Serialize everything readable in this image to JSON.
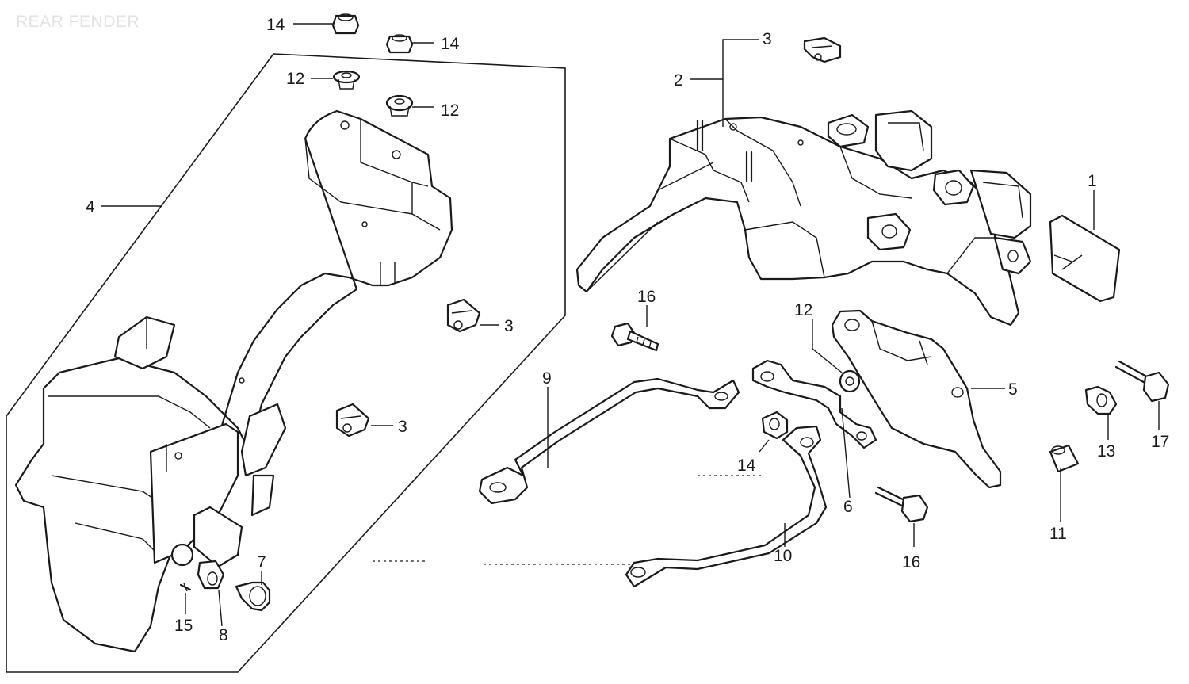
{
  "title": "REAR FENDER",
  "callouts": {
    "c1": "1",
    "c2": "2",
    "c3a": "3",
    "c3b": "3",
    "c3c": "3",
    "c4": "4",
    "c5": "5",
    "c6": "6",
    "c7": "7",
    "c8": "8",
    "c9": "9",
    "c10": "10",
    "c11": "11",
    "c12a": "12",
    "c12b": "12",
    "c12c": "12",
    "c13": "13",
    "c14a": "14",
    "c14b": "14",
    "c14c": "14",
    "c15": "15",
    "c16a": "16",
    "c16b": "16",
    "c17": "17"
  }
}
